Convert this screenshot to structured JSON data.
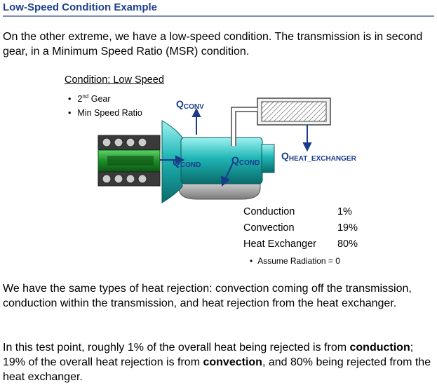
{
  "heading": "Low-Speed Condition Example",
  "intro": "On the other extreme, we have a low-speed condition. The transmission is in second gear, in a Minimum Speed Ratio (MSR) condition.",
  "condition": {
    "title": "Condition: Low Speed",
    "gear_num": "2",
    "gear_sup": "nd",
    "gear_word": " Gear",
    "ratio": "Min Speed Ratio"
  },
  "labels": {
    "q_conv_main": "Q",
    "q_conv_sub": "CONV",
    "q_cond1_main": "Q",
    "q_cond1_sub": "COND",
    "q_cond2_main": "Q",
    "q_cond2_sub": "COND",
    "q_hx_main": "Q",
    "q_hx_sub": "HEAT_EXCHANGER"
  },
  "breakdown": [
    {
      "name": "Conduction",
      "value": "1%"
    },
    {
      "name": "Convection",
      "value": "19%"
    },
    {
      "name": "Heat Exchanger",
      "value": "80%"
    }
  ],
  "assumption": "Assume Radiation = 0",
  "para2": "We have the same types of heat rejection: convection coming off the transmission, conduction within the transmission, and heat rejection from the heat exchanger.",
  "para3": {
    "a": "In this test point, roughly 1% of the overall heat being rejected is from ",
    "b": "conduction",
    "c": "; 19% of the overall heat rejection is from ",
    "d": "convection",
    "e": ", and 80% being rejected from the heat exchanger."
  },
  "colors": {
    "heading": "#1f3f8f",
    "body_cyan": "#1fb5b5",
    "arrow": "#1a3a8a"
  }
}
